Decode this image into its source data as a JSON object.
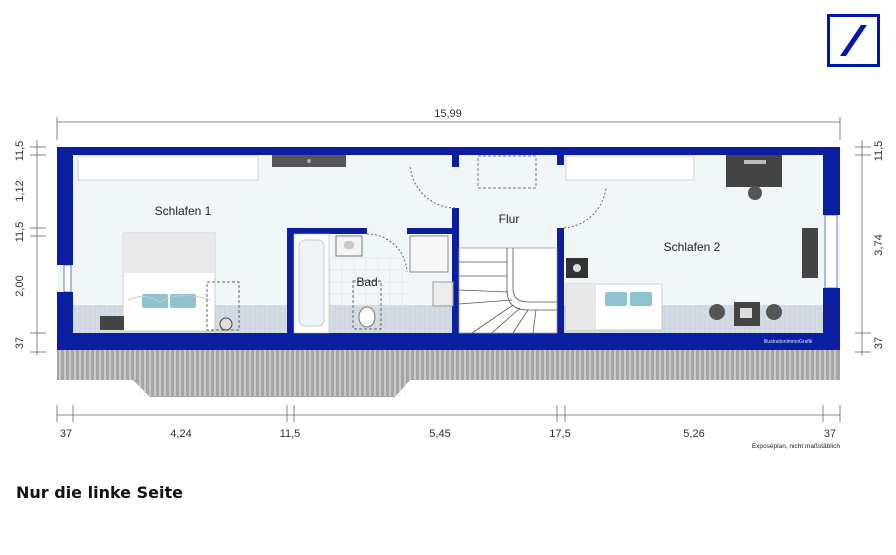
{
  "colors": {
    "wall": "#0b1ea0",
    "floor": "#f1f7f9",
    "roof": "#9a9a9a",
    "brand": "#0018a8"
  },
  "logo": {
    "icon": "deutsche-bank-logo-icon"
  },
  "dimensions": {
    "top_total": "15,99",
    "left": [
      "11,5",
      "1,12",
      "11,5",
      "2,00",
      "37"
    ],
    "right": [
      "11,5",
      "3,74",
      "37"
    ],
    "bottom": [
      "37",
      "4,24",
      "11,5",
      "5,45",
      "17,5",
      "5,26",
      "37"
    ]
  },
  "rooms": {
    "schlafen1": "Schlafen 1",
    "bad": "Bad",
    "flur": "Flur",
    "schlafen2": "Schlafen 2"
  },
  "credit": "IllustrationImmoGrafik",
  "note": "Exposéplan, nicht maßstäblich",
  "caption": "Nur die linke Seite"
}
